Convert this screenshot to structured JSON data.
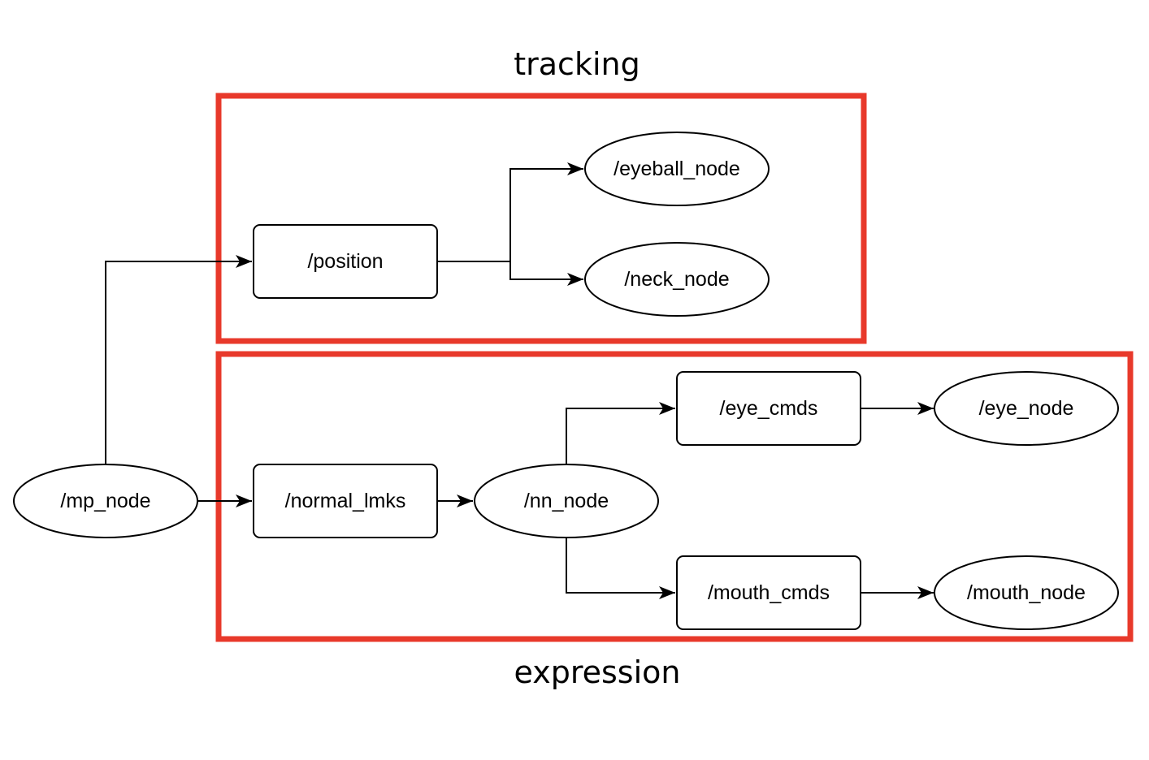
{
  "colors": {
    "group_frame": "#e8392b",
    "node_stroke": "#000000",
    "edge": "#000000",
    "background": "#ffffff"
  },
  "groups": {
    "tracking": {
      "title": "tracking"
    },
    "expression": {
      "title": "expression"
    }
  },
  "nodes": {
    "mp_node": {
      "label": "/mp_node",
      "shape": "ellipse"
    },
    "position": {
      "label": "/position",
      "shape": "rounded-rect"
    },
    "eyeball_node": {
      "label": "/eyeball_node",
      "shape": "ellipse"
    },
    "neck_node": {
      "label": "/neck_node",
      "shape": "ellipse"
    },
    "normal_lmks": {
      "label": "/normal_lmks",
      "shape": "rounded-rect"
    },
    "nn_node": {
      "label": "/nn_node",
      "shape": "ellipse"
    },
    "eye_cmds": {
      "label": "/eye_cmds",
      "shape": "rounded-rect"
    },
    "eye_node": {
      "label": "/eye_node",
      "shape": "ellipse"
    },
    "mouth_cmds": {
      "label": "/mouth_cmds",
      "shape": "rounded-rect"
    },
    "mouth_node": {
      "label": "/mouth_node",
      "shape": "ellipse"
    }
  },
  "edges": [
    {
      "from": "mp_node",
      "to": "position"
    },
    {
      "from": "mp_node",
      "to": "normal_lmks"
    },
    {
      "from": "position",
      "to": "eyeball_node"
    },
    {
      "from": "position",
      "to": "neck_node"
    },
    {
      "from": "normal_lmks",
      "to": "nn_node"
    },
    {
      "from": "nn_node",
      "to": "eye_cmds"
    },
    {
      "from": "nn_node",
      "to": "mouth_cmds"
    },
    {
      "from": "eye_cmds",
      "to": "eye_node"
    },
    {
      "from": "mouth_cmds",
      "to": "mouth_node"
    }
  ]
}
